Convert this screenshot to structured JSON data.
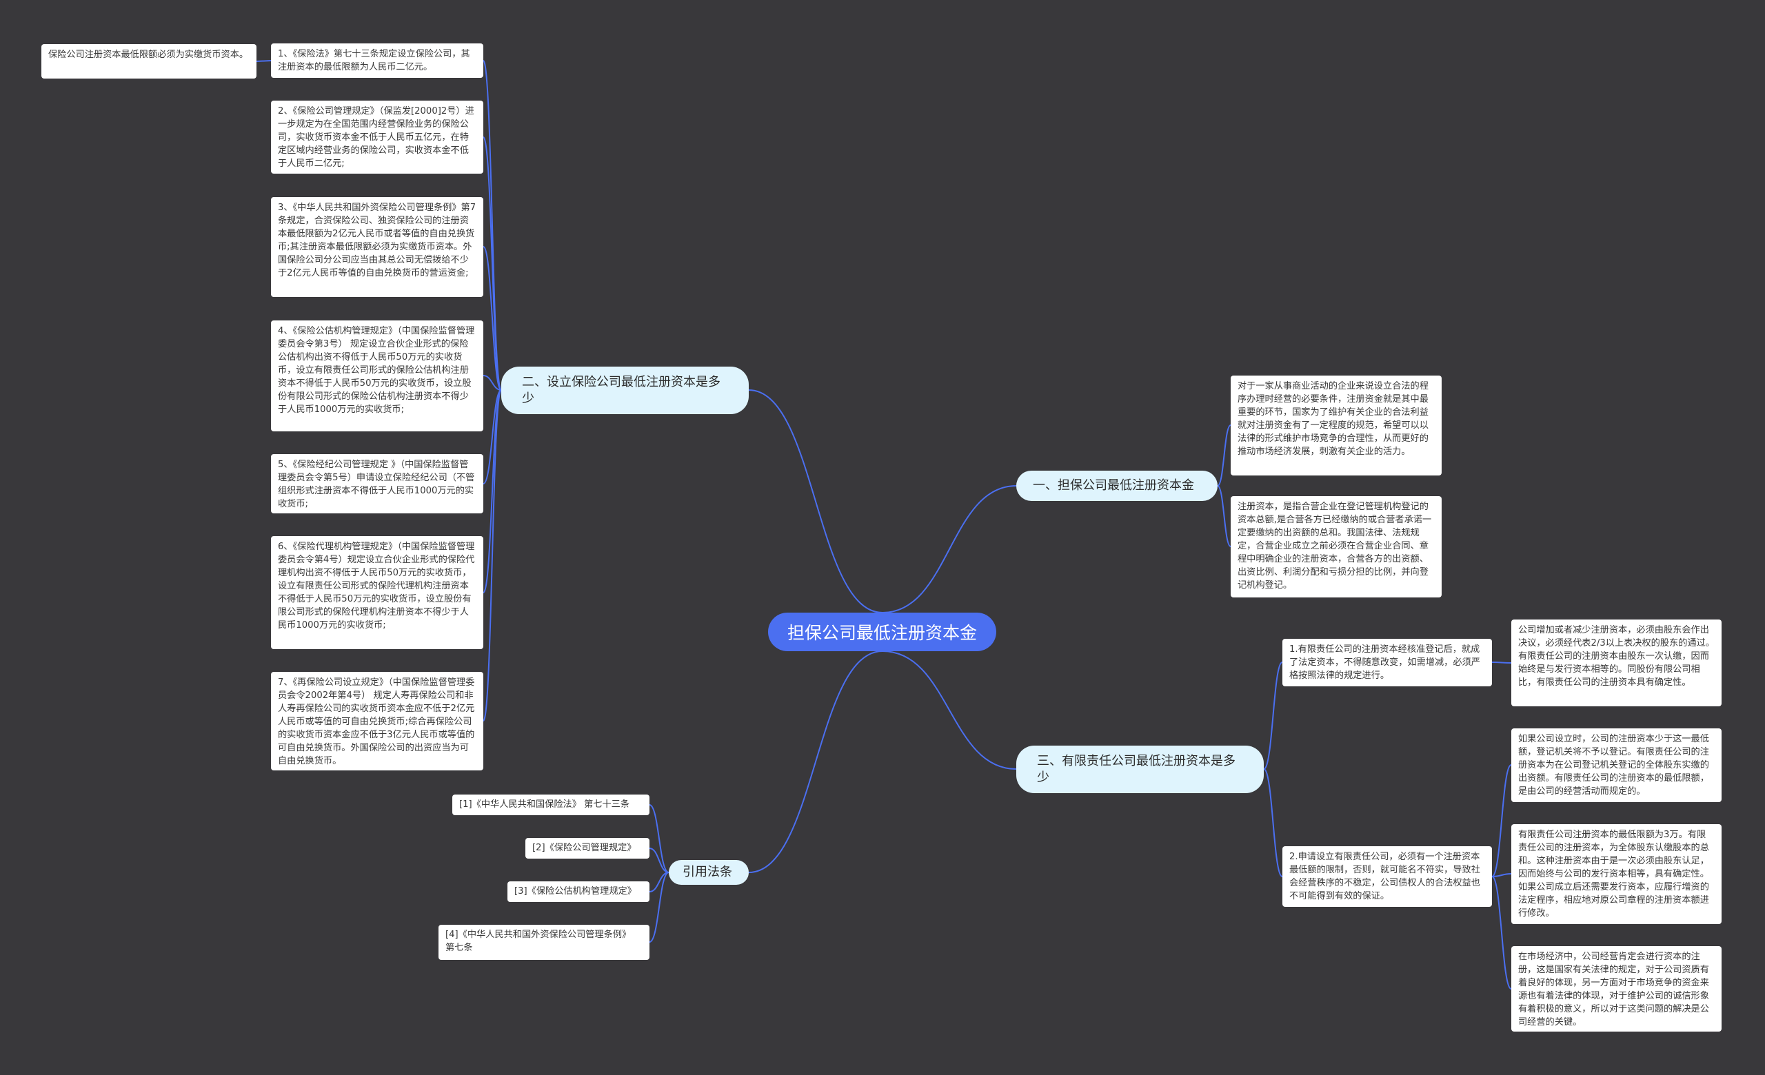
{
  "root": "担保公司最低注册资本金",
  "colors": {
    "background": "#39383b",
    "root": "#4b6ff0",
    "branch": "#dff4fd",
    "line": "#4b6ff0"
  },
  "branches": {
    "b1": {
      "label": "一、担保公司最低注册资本金",
      "leaves": [
        "对于一家从事商业活动的企业来说设立合法的程序办理时经营的必要条件，注册资金就是其中最重要的环节，国家为了维护有关企业的合法利益就对注册资金有了一定程度的规范，希望可以以法律的形式维护市场竞争的合理性，从而更好的推动市场经济发展，刺激有关企业的活力。",
        "注册资本，是指合营企业在登记管理机构登记的资本总额,是合营各方已经缴纳的或合营者承诺一定要缴纳的出资额的总和。我国法律、法规规定，合营企业成立之前必须在合营企业合同、章程中明确企业的注册资本，合营各方的出资额、出资比例、利润分配和亏损分担的比例，并向登记机构登记。"
      ]
    },
    "b2": {
      "label": "二、设立保险公司最低注册资本是多少",
      "extra": "保险公司注册资本最低限额必须为实缴货币资本。",
      "leaves": [
        "1、《保险法》第七十三条规定设立保险公司，其注册资本的最低限额为人民币二亿元。",
        "2、《保险公司管理规定》（保监发[2000]2号）进一步规定为在全国范围内经营保险业务的保险公司，实收货币资本金不低于人民币五亿元，在特定区域内经营业务的保险公司，实收资本金不低于人民币二亿元;",
        "3、《中华人民共和国外资保险公司管理条例》第7条规定，合资保险公司、独资保险公司的注册资本最低限额为2亿元人民币或者等值的自由兑换货币;其注册资本最低限额必须为实缴货币资本。外国保险公司分公司应当由其总公司无偿拨给不少于2亿元人民币等值的自由兑换货币的营运资金;",
        "4、《保险公估机构管理规定》（中国保险监督管理委员会令第3号） 规定设立合伙企业形式的保险公估机构出资不得低于人民币50万元的实收货币，设立有限责任公司形式的保险公估机构注册资本不得低于人民币50万元的实收货币，设立股份有限公司形式的保险公估机构注册资本不得少于人民币1000万元的实收货币;",
        "5、《保险经纪公司管理规定 》（中国保险监督管理委员会令第5号）申请设立保险经纪公司（不管组织形式注册资本不得低于人民币1000万元的实收货币;",
        "6、《保险代理机构管理规定》（中国保险监督管理委员会令第4号）规定设立合伙企业形式的保险代理机构出资不得低于人民币50万元的实收货币，设立有限责任公司形式的保险代理机构注册资本不得低于人民币50万元的实收货币，设立股份有限公司形式的保险代理机构注册资本不得少于人民币1000万元的实收货币;",
        "7、《再保险公司设立规定》（中国保险监督管理委员会令2002年第4号） 规定人寿再保险公司和非人寿再保险公司的实收货币资本金应不低于2亿元人民币或等值的可自由兑换货币;综合再保险公司的实收货币资本金应不低于3亿元人民币或等值的可自由兑换货币。外国保险公司的出资应当为可自由兑换货币。"
      ]
    },
    "b3": {
      "label": "三、有限责任公司最低注册资本是多少",
      "sub1": {
        "text": "1.有限责任公司的注册资本经核准登记后，就成了法定资本，不得随意改变，如需增减，必须严格按照法律的规定进行。",
        "leaf": "公司增加或者减少注册资本，必须由股东会作出决议，必须经代表2/3以上表决权的股东的通过。有限责任公司的注册资本由股东一次认缴，因而始终是与发行资本相等的。同股份有限公司相比，有限责任公司的注册资本具有确定性。"
      },
      "sub2": {
        "text": "2.申请设立有限责任公司，必须有一个注册资本最低额的限制，否则，就可能名不符实，导致社会经营秩序的不稳定，公司债权人的合法权益也不可能得到有效的保证。",
        "leaves": [
          "如果公司设立时，公司的注册资本少于这一最低额，登记机关将不予以登记。有限责任公司的注册资本为在公司登记机关登记的全体股东实缴的出资额。有限责任公司的注册资本的最低限额，是由公司的经营活动而规定的。",
          "有限责任公司注册资本的最低限额为3万。有限责任公司的注册资本，为全体股东认缴股本的总和。这种注册资本由于是一次必须由股东认足，因而始终与公司的发行资本相等，具有确定性。如果公司成立后还需要发行资本，应履行增资的法定程序，相应地对原公司章程的注册资本额进行修改。",
          "在市场经济中，公司经营肯定会进行资本的注册，这是国家有关法律的规定，对于公司资质有着良好的体现，另一方面对于市场竞争的资金来源也有着法律的体现，对于维护公司的诚信形象有着积极的意义，所以对于这类问题的解决是公司经营的关键。"
        ]
      }
    },
    "b4": {
      "label": "引用法条",
      "refs": [
        "[1]《中华人民共和国保险法》 第七十三条",
        "[2]《保险公司管理规定》",
        "[3]《保险公估机构管理规定》",
        "[4]《中华人民共和国外资保险公司管理条例》 第七条"
      ]
    }
  }
}
